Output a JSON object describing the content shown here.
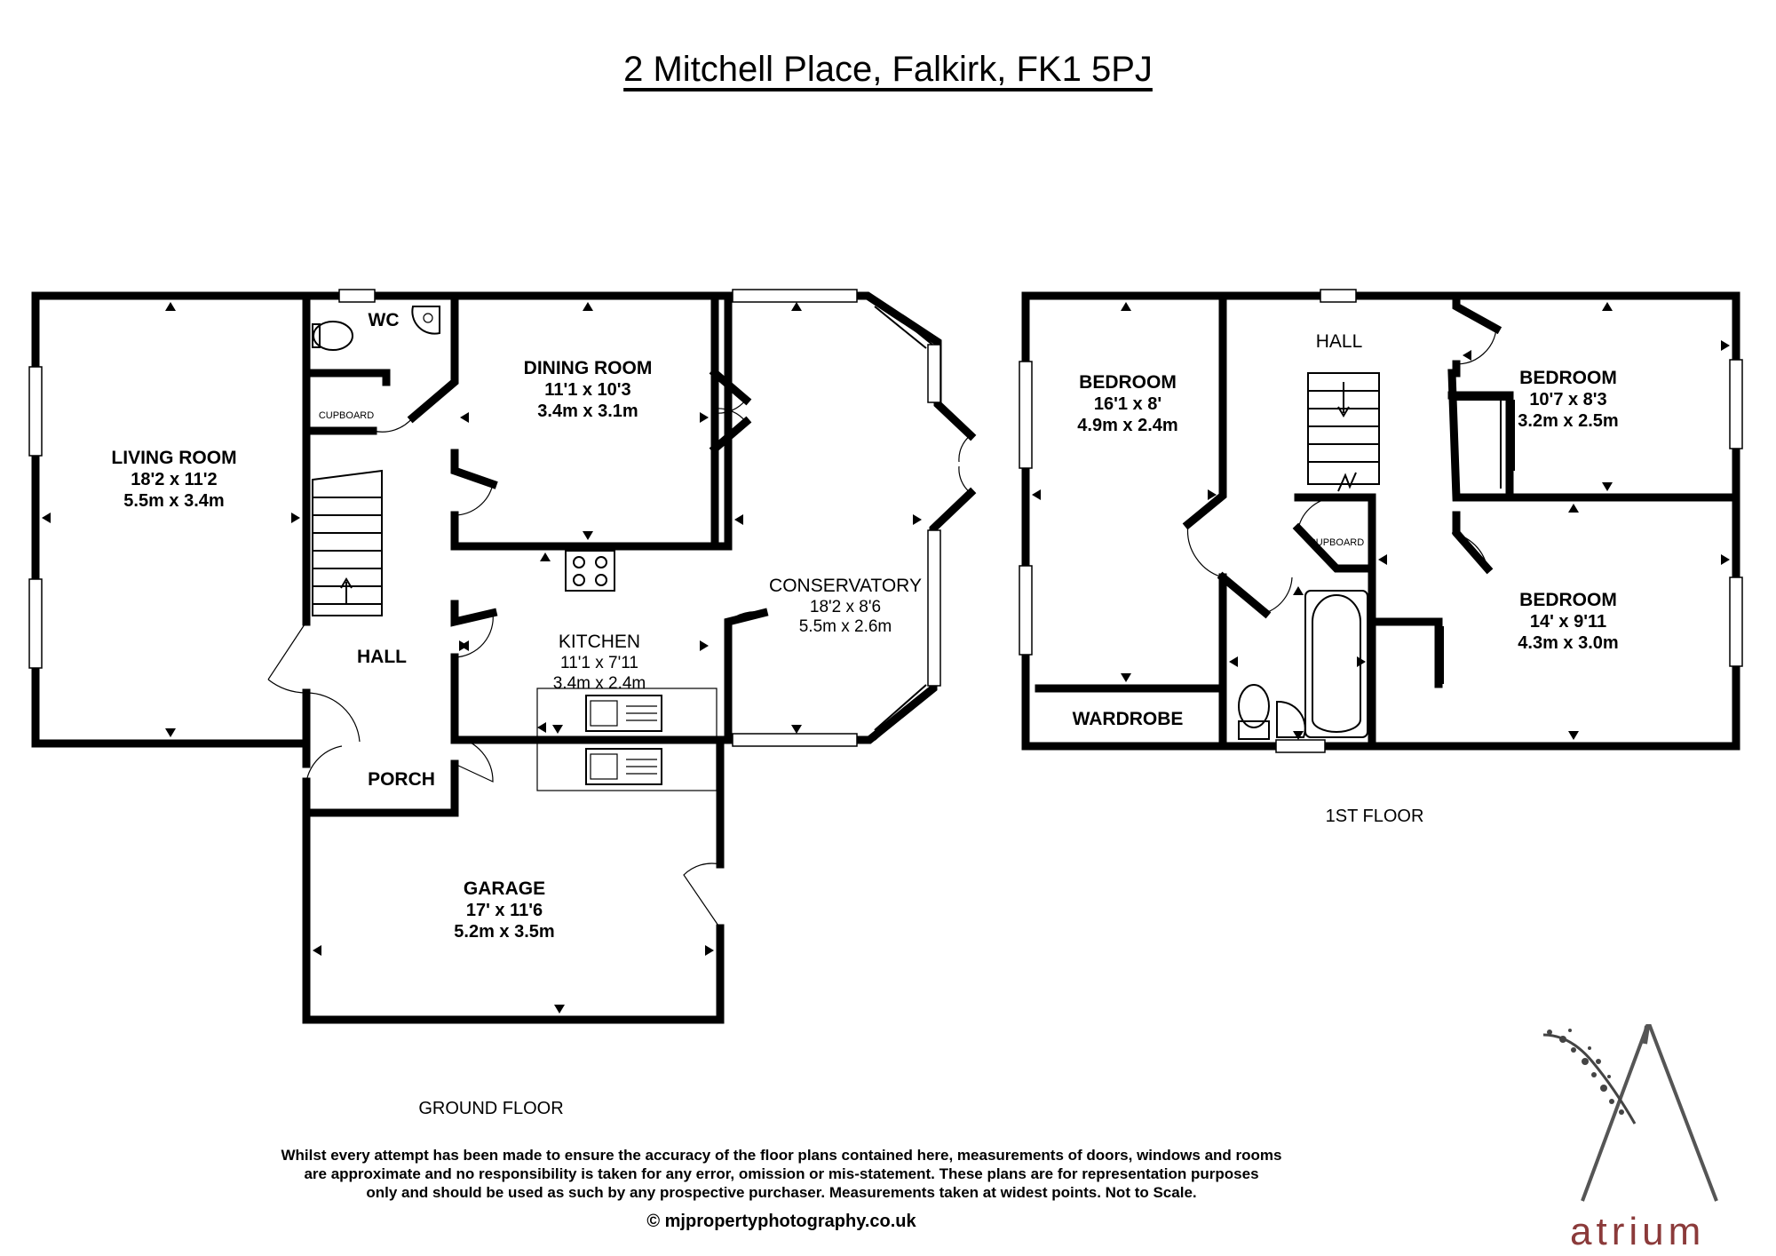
{
  "title": "2 Mitchell Place, Falkirk, FK1 5PJ",
  "floors": {
    "ground": {
      "label": "GROUND FLOOR",
      "rooms": {
        "living_room": {
          "name": "LIVING ROOM",
          "imperial": "18'2 x 11'2",
          "metric": "5.5m x 3.4m"
        },
        "wc": {
          "name": "WC"
        },
        "cupboard": {
          "name": "CUPBOARD"
        },
        "dining_room": {
          "name": "DINING ROOM",
          "imperial": "11'1 x 10'3",
          "metric": "3.4m x 3.1m"
        },
        "conservatory": {
          "name": "CONSERVATORY",
          "imperial": "18'2 x 8'6",
          "metric": "5.5m x 2.6m"
        },
        "kitchen": {
          "name": "KITCHEN",
          "imperial": "11'1 x 7'11",
          "metric": "3.4m x 2.4m"
        },
        "hall": {
          "name": "HALL"
        },
        "porch": {
          "name": "PORCH"
        },
        "garage": {
          "name": "GARAGE",
          "imperial": "17' x 11'6",
          "metric": "5.2m x 3.5m"
        }
      }
    },
    "first": {
      "label": "1ST FLOOR",
      "rooms": {
        "bedroom1": {
          "name": "BEDROOM",
          "imperial": "16'1 x 8'",
          "metric": "4.9m x 2.4m"
        },
        "wardrobe": {
          "name": "WARDROBE"
        },
        "hall": {
          "name": "HALL"
        },
        "cupboard": {
          "name": "CUPBOARD"
        },
        "bedroom2": {
          "name": "BEDROOM",
          "imperial": "10'7 x 8'3",
          "metric": "3.2m x 2.5m"
        },
        "bedroom3": {
          "name": "BEDROOM",
          "imperial": "14' x 9'11",
          "metric": "4.3m x 3.0m"
        }
      }
    }
  },
  "disclaimer": {
    "line1": "Whilst every attempt has been made to ensure the accuracy of the floor plans contained here, measurements of doors, windows and rooms",
    "line2": "are approximate and no responsibility is taken for any error, omission or mis-statement. These plans are for representation purposes",
    "line3": "only and should be used as such by any prospective purchaser.  Measurements taken at widest points. Not to Scale."
  },
  "credit": "© mjpropertyphotography.co.uk",
  "logo": {
    "text": "atrium",
    "color": "#8b3a3a"
  }
}
